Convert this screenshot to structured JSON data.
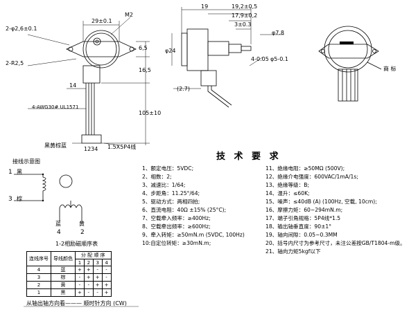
{
  "dims": {
    "width_29": "29±0.1",
    "m2": "M2",
    "holes": "2-φ2,6±0.1",
    "radius": "2-R2,5",
    "d65": "6,5",
    "d165": "16,5",
    "d14": "14",
    "d105": "105±10",
    "d19": "19",
    "d192": "19,2±0,5",
    "d179": "17,9±0,2",
    "d3": "3±0.3",
    "d78": "φ7.8",
    "d24": "φ24",
    "d4": "4-0.05",
    "d5": "φ5-0.1",
    "d27": "(2.7)"
  },
  "labels": {
    "awg": "4-AWG30# UL1571",
    "wire_colors": "黑黄棕蓝",
    "numbers": "1234",
    "connector": "1.5X5P4线",
    "trademark": "商 标",
    "wiring_title": "接线示意图",
    "black": "黑",
    "brown": "棕",
    "blue": "蓝",
    "yellow": "黄",
    "pin1": "1",
    "pin3": "3",
    "pin4": "4",
    "pin2": "2",
    "sequence_title": "1-2相励磁顺序表",
    "rotation": "从轴出轴方向看——— 顺时针方向 (CW)"
  },
  "spec_title": "技 术 要 求",
  "specs_left": [
    "1、额定电压：5VDC;",
    "2、相数：2;",
    "3、减速比：1/64;",
    "4、步距角：11.25°/64;",
    "5、驱动方式：两相四拍;",
    "6、直流电阻：40Ω ±15% (25°C);",
    "7、空载牵入频率：≥400Hz;",
    "8、空载牵出频率：≥600Hz;",
    "9、牵入转矩：≥50mN.m (5VDC, 100Hz)",
    "10:自定位转矩：≥30mN.m;"
  ],
  "specs_right": [
    "11、绝缘电阻：≥50MΩ (500V);",
    "12、绝缘介电强度：600VAC/1mA/1s;",
    "13、绝缘等级：B;",
    "14、温升：≤60K;",
    "15、噪声：≤40dB (A) (100Hz, 空载, 10cm);",
    "16、摩擦力矩：60~294mN.m;",
    "17、端子引角规格：5P4线*1.5",
    "18、输出轴垂直度：90±1°",
    "19、轴向间隙：0.05~0.3MM",
    "20、括号内尺寸为参考尺寸，未注公差按GB/T1804-m级。",
    "21、轴向力矩5kgf以下"
  ],
  "table": {
    "headers": [
      "连线序号",
      "导线颜色",
      "分 配 顺 序"
    ],
    "steps": [
      "1",
      "2",
      "3",
      "4"
    ],
    "rows": [
      {
        "no": "4",
        "color": "蓝",
        "v": [
          "+",
          "+",
          "-",
          "-"
        ]
      },
      {
        "no": "3",
        "color": "棕",
        "v": [
          "-",
          "+",
          "+",
          "-"
        ]
      },
      {
        "no": "2",
        "color": "黄",
        "v": [
          "-",
          "-",
          "+",
          "+"
        ]
      },
      {
        "no": "1",
        "color": "黑",
        "v": [
          "+",
          "-",
          "-",
          "+"
        ]
      }
    ]
  }
}
